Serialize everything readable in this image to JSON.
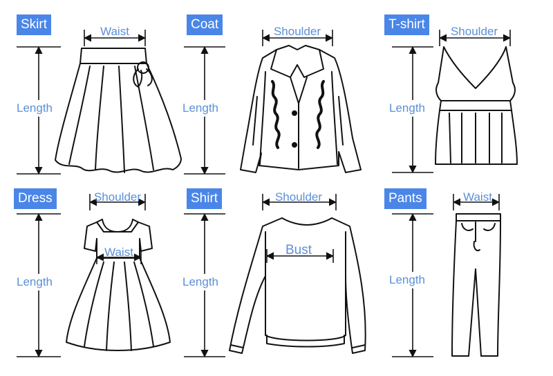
{
  "colors": {
    "tag_bg": "#4a86e8",
    "tag_text": "#ffffff",
    "label": "#5b8fd6",
    "line": "#111111"
  },
  "garments": [
    {
      "name": "Skirt",
      "length": "Length",
      "width": "Waist"
    },
    {
      "name": "Coat",
      "length": "Length",
      "width": "Shoulder"
    },
    {
      "name": "T-shirt",
      "length": "Length",
      "width": "Shoulder"
    },
    {
      "name": "Dress",
      "length": "Length",
      "width": "Shoulder",
      "inner": "Waist"
    },
    {
      "name": "Shirt",
      "length": "Length",
      "width": "Shoulder",
      "inner": "Bust"
    },
    {
      "name": "Pants",
      "length": "Length",
      "width": "Waist"
    }
  ],
  "icons": [
    "skirt-icon",
    "coat-icon",
    "tank-top-icon",
    "dress-icon",
    "sweater-icon",
    "pants-icon"
  ]
}
